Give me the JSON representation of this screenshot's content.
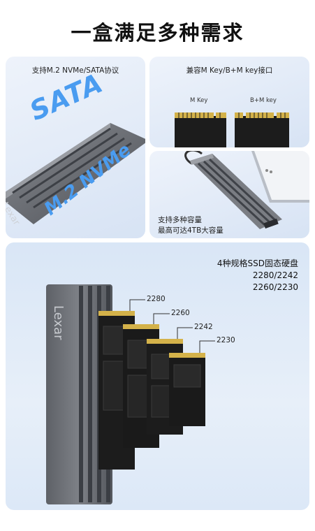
{
  "title": "一盒满足多种需求",
  "panel_protocol": {
    "caption": "支持M.2 NVMe/SATA协议",
    "word_sata": "SATA",
    "word_nvme": "M.2 NVMe",
    "brand": "Lexar"
  },
  "panel_key": {
    "caption": "兼容M Key/B+M key接口",
    "label_left": "M Key",
    "label_right": "B+M key"
  },
  "panel_capacity": {
    "line1": "支持多种容量",
    "line2": "最高可达4TB大容量"
  },
  "panel_sizes": {
    "heading": "4种规格SSD固态硬盘",
    "line2": "2280/2242",
    "line3": "2260/2230",
    "brand": "Lexar",
    "labels": [
      "2280",
      "2260",
      "2242",
      "2230"
    ]
  },
  "colors": {
    "accent_blue": "#3d8fe8",
    "enclosure_gray": "#6b6e74",
    "pcb_black": "#1c1c1c",
    "gold_contacts": "#d4b24a"
  }
}
